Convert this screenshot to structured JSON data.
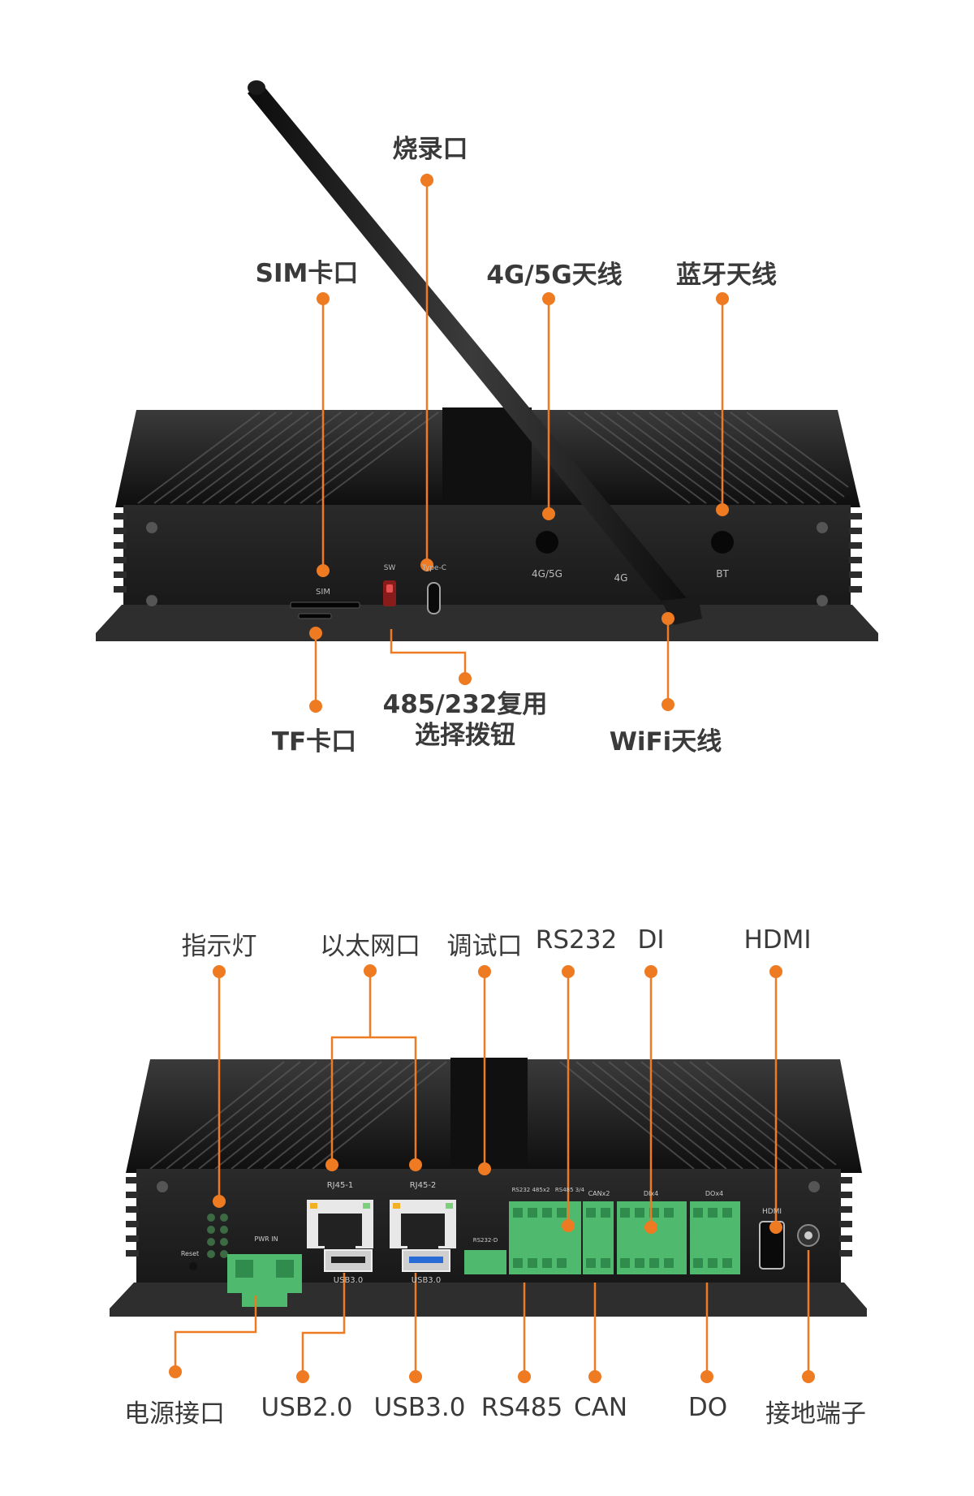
{
  "top_view": {
    "callouts": {
      "flash_port": "烧录口",
      "sim_slot": "SIM卡口",
      "antenna_4g5g": "4G/5G天线",
      "bluetooth_antenna": "蓝牙天线",
      "tf_slot": "TF卡口",
      "mode_switch_line1": "485/232复用",
      "mode_switch_line2": "选择拨钮",
      "wifi_antenna": "WiFi天线"
    },
    "panel_print": {
      "sim": "SIM",
      "sw": "SW",
      "typec": "Type-C",
      "port_4g5g": "4G/5G",
      "port_4g": "4G",
      "port_bt": "BT"
    }
  },
  "bottom_view": {
    "callouts": {
      "indicator": "指示灯",
      "ethernet": "以太网口",
      "debug_port": "调试口",
      "rs232": "RS232",
      "di": "DI",
      "hdmi": "HDMI",
      "power": "电源接口",
      "usb2": "USB2.0",
      "usb3": "USB3.0",
      "rs485": "RS485",
      "can": "CAN",
      "do": "DO",
      "ground": "接地端子"
    },
    "panel_print": {
      "rj45_1": "RJ45-1",
      "rj45_2": "RJ45-2",
      "usb30_a": "USB3.0",
      "usb30_b": "USB3.0",
      "rs232_debug": "RS232-D",
      "rs232_485": "RS232 485x2",
      "rs485_34": "RS485 3/4",
      "canx2": "CANx2",
      "di_print": "DIx4",
      "do_print": "DOx4",
      "hdmi_print": "HDMI",
      "reset": "Reset",
      "pwr_in": "PWR IN"
    }
  },
  "colors": {
    "accent": "#ee7a22",
    "label_text": "#3a3a3a",
    "device_body": "#1c1c1c",
    "terminal_green": "#4fb96e"
  }
}
